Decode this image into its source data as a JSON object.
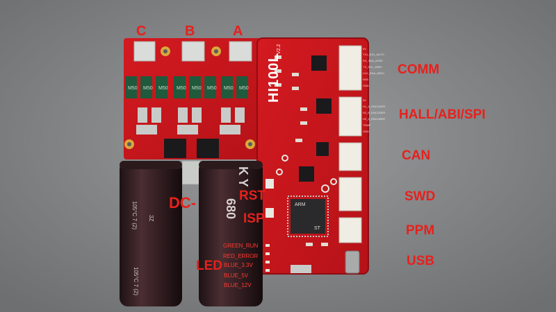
{
  "photo": {
    "phase_labels": [
      "C",
      "B",
      "A"
    ],
    "connector_labels": {
      "comm": "COMM",
      "hall": "HALL/ABI/SPI",
      "can": "CAN",
      "swd": "SWD",
      "ppm": "PPM",
      "usb": "USB"
    },
    "dc_label": "DC-",
    "button_labels": {
      "rst": "RST",
      "isp": "ISP"
    },
    "led_label": "LED",
    "led_items": [
      "GREEN_RUN",
      "RED_ERROR",
      "BLUE_3.3V",
      "BLUE_5V",
      "BLUE_12V"
    ],
    "board": {
      "title": "HI100L",
      "revision": "V2.2"
    },
    "shunt_marking": "M50",
    "capacitor": {
      "value": "680",
      "rating": "105°C 7 (2)",
      "brand": "K Y",
      "code": "3Z"
    },
    "chip": {
      "brand": "ARM",
      "vendor": "ST"
    },
    "comm_pins": [
      "5V",
      "TX1_RX1_AUTO",
      "RX_SDA_MOSI",
      "TX_SCL_MISO",
      "CLK_SDA_MISO",
      "NSS",
      "GND"
    ],
    "hall_pins": [
      "5V",
      "H1_A_ENCODER",
      "H2_B_ENCODER",
      "H3_Z_ENCODER",
      "TEMP",
      "GND"
    ],
    "colors": {
      "label_red": "#e8201c",
      "pcb_red": "#c8151c",
      "background_gray": "#8a8c8e",
      "capacitor_brown": "#3a2226"
    }
  }
}
